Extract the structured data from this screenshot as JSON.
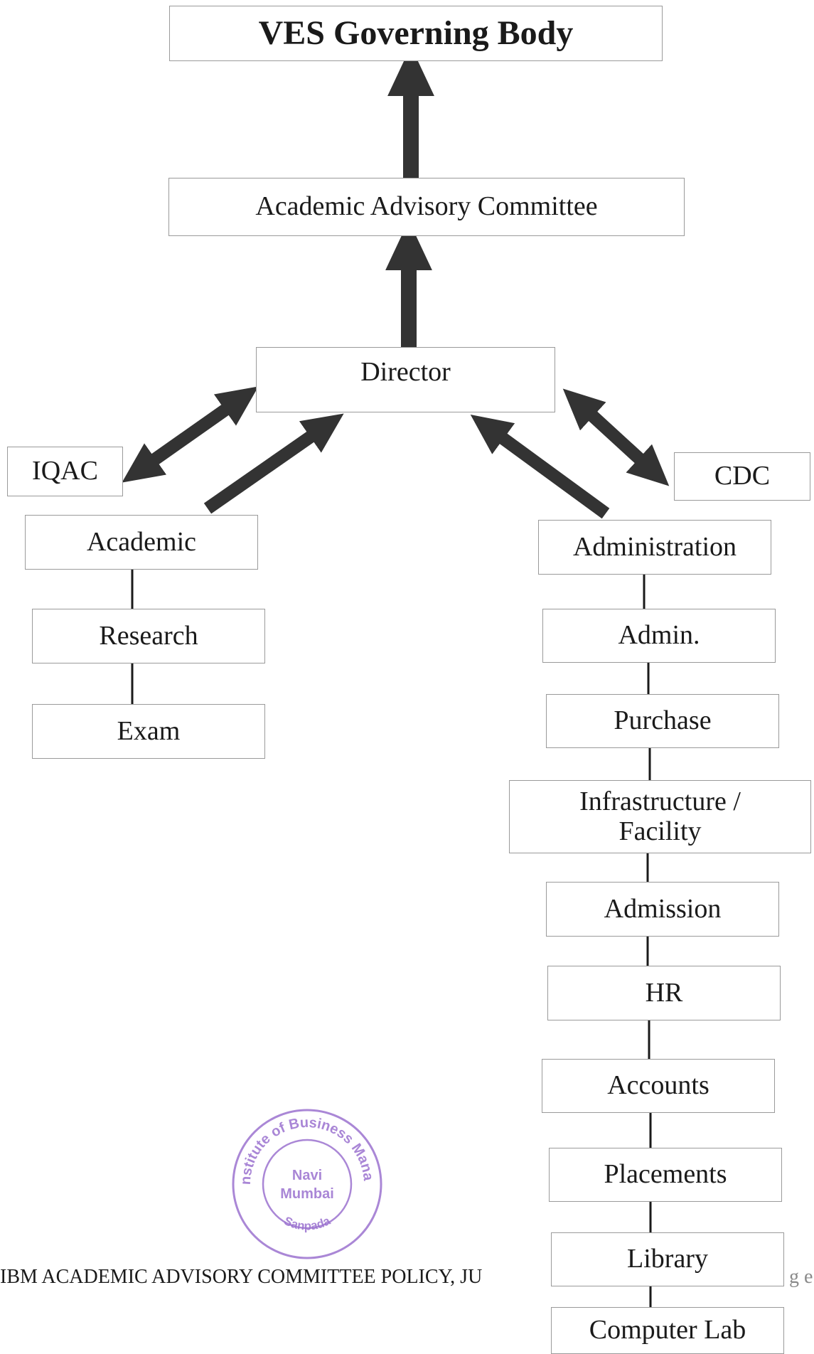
{
  "boxes": {
    "governing_body": "VES Governing Body",
    "advisory_committee": "Academic Advisory Committee",
    "director": "Director",
    "iqac": "IQAC",
    "cdc": "CDC",
    "academic": "Academic",
    "research": "Research",
    "exam": "Exam",
    "administration": "Administration",
    "admin": "Admin.",
    "purchase": "Purchase",
    "infrastructure_line1": "Infrastructure /",
    "infrastructure_line2": "Facility",
    "admission": "Admission",
    "hr": "HR",
    "accounts": "Accounts",
    "placements": "Placements",
    "library": "Library",
    "computer_lab": "Computer Lab"
  },
  "seal": {
    "top_text": "Indira Institute of Business Management",
    "center_line1": "Navi",
    "center_line2": "Mumbai",
    "bottom_text": "Sanpada",
    "color": "#9b72cf"
  },
  "footer": {
    "text": "IBM ACADEMIC ADVISORY COMMITTEE POLICY, JU",
    "tail": "g e"
  },
  "colors": {
    "arrow": "#333333",
    "box_border": "#9a9a9a",
    "connector": "#1a1a1a"
  }
}
